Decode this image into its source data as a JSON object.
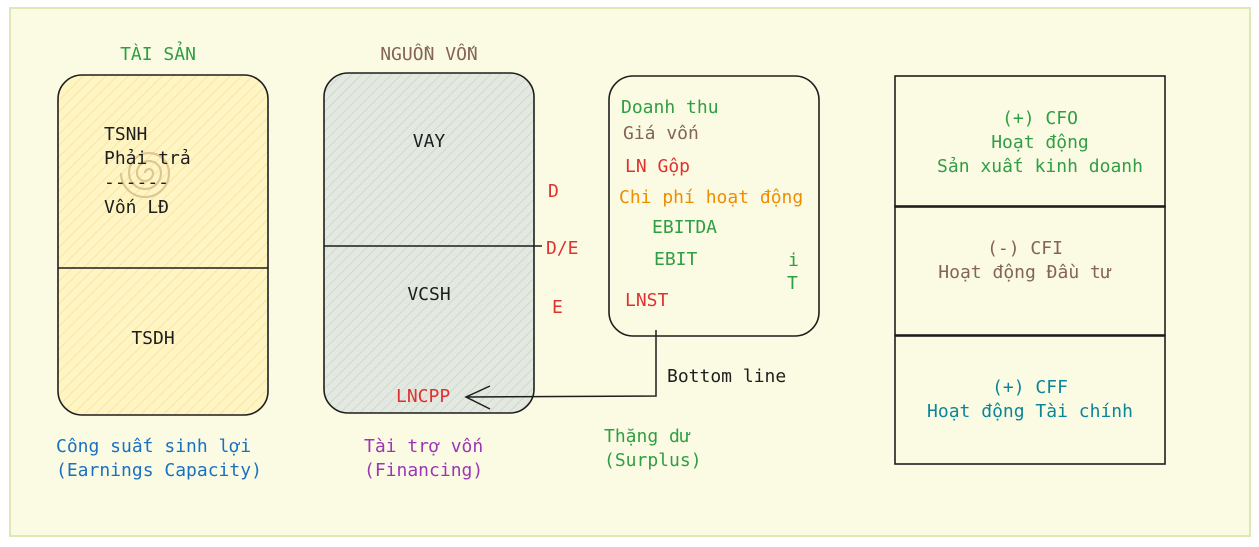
{
  "assets": {
    "heading": "TÀI SẢN",
    "current": {
      "line1": "TSNH",
      "line2": "Phải trả",
      "line3": "------",
      "line4": "Vốn LĐ"
    },
    "longterm": "TSDH",
    "caption": {
      "line1": "Công suất sinh lợi",
      "line2": "(Earnings Capacity)"
    }
  },
  "capital": {
    "heading": "NGUỒN VỐN",
    "debt": "VAY",
    "equity": "VCSH",
    "retained": "LNCPP",
    "side_labels": {
      "d": "D",
      "de": "D/E",
      "e": "E"
    },
    "caption": {
      "line1": "Tài trợ vốn",
      "line2": "(Financing)"
    }
  },
  "income": {
    "revenue": "Doanh thu",
    "cogs": "Giá vốn",
    "gross": "LN Gộp",
    "opex": "Chi phí hoạt động",
    "ebitda": "EBITDA",
    "ebit": "EBIT",
    "i": "i",
    "t": "T",
    "net": "LNST",
    "bottom_line": "Bottom line",
    "caption": {
      "line1": "Thặng dư",
      "line2": "(Surplus)"
    }
  },
  "cashflow": {
    "cfo": {
      "sign": "(+) CFO",
      "line1": "Hoạt động",
      "line2": "Sản xuất kinh doanh"
    },
    "cfi": {
      "sign": "(-) CFI",
      "line1": "Hoạt động Đầu tư"
    },
    "cff": {
      "sign": "(+) CFF",
      "line1": "Hoạt động Tài chính"
    }
  },
  "colors": {
    "background": "#fbfbe3",
    "assets_fill": "#fff3bf",
    "capital_fill": "#dde5dc",
    "green": "#2f9e44",
    "brown": "#846358",
    "red": "#e03131",
    "orange": "#f08c00",
    "blue": "#1971c2",
    "purple": "#9c36b5",
    "teal": "#0c8599"
  }
}
